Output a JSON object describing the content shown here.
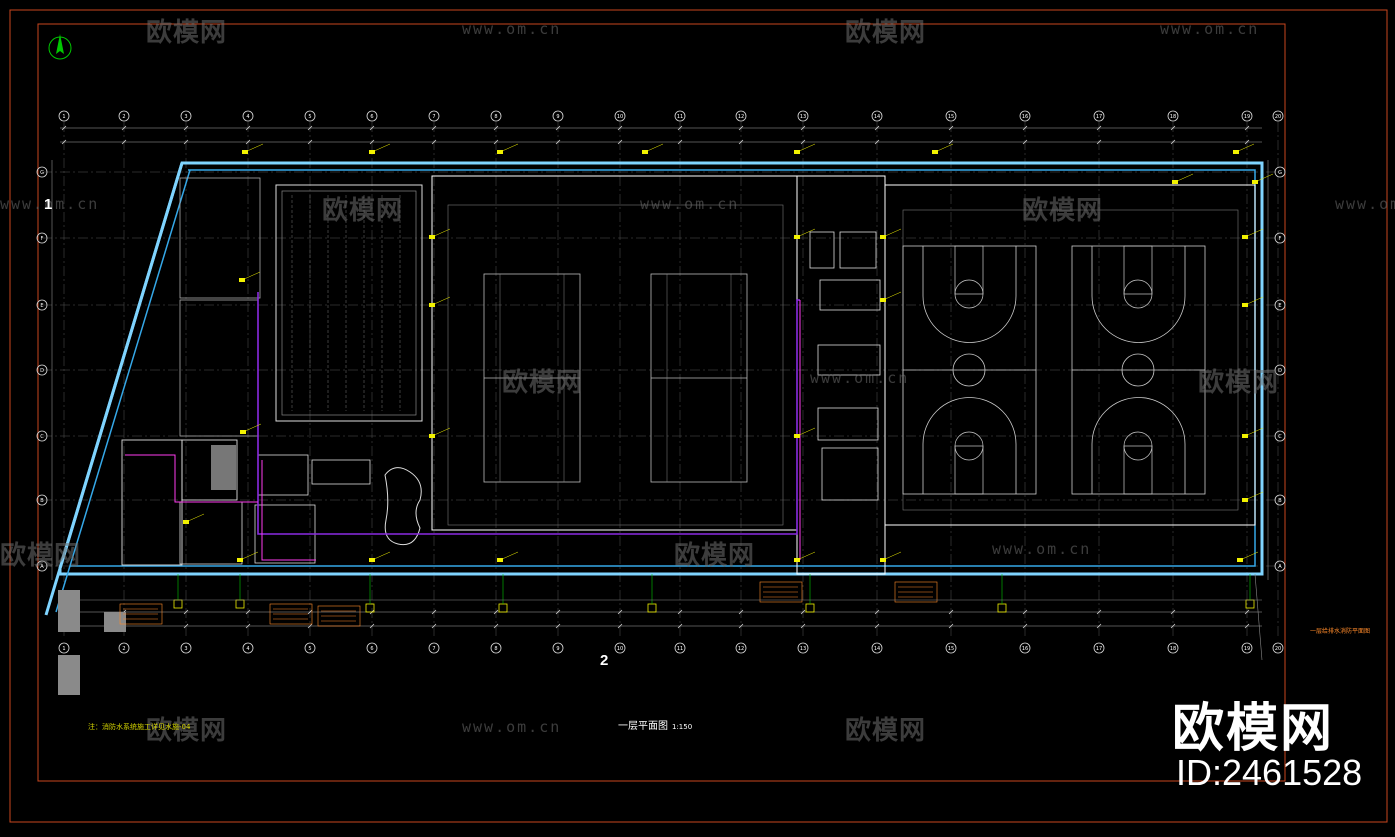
{
  "watermark": {
    "brand_text": "欧模网",
    "url_text": "www.om.cn",
    "brand_large": "欧模网",
    "id_text": "ID:2461528"
  },
  "drawing": {
    "title": "一层平面图",
    "scale": "1:150",
    "section_marks": [
      "1",
      "2"
    ],
    "note_left": "注：消防水系统施工详见水施-04",
    "note_right": "一层给排水消防平面图"
  },
  "axes": {
    "columns": [
      "1",
      "2",
      "3",
      "4",
      "5",
      "6",
      "7",
      "8",
      "9",
      "10",
      "11",
      "12",
      "13",
      "14",
      "15",
      "16",
      "17",
      "18",
      "19",
      "20"
    ],
    "rows": [
      "A",
      "B",
      "C",
      "D",
      "E",
      "F",
      "G"
    ]
  },
  "colors": {
    "background": "#000000",
    "frame": "#c9461e",
    "grid": "#ffffff",
    "wall": "#7fd4ff",
    "pipe_purple": "#8a2be2",
    "pipe_magenta": "#ff3cf0",
    "label_yellow": "#f2f200",
    "label_orange": "#ff8a2a",
    "green": "#00c800"
  }
}
